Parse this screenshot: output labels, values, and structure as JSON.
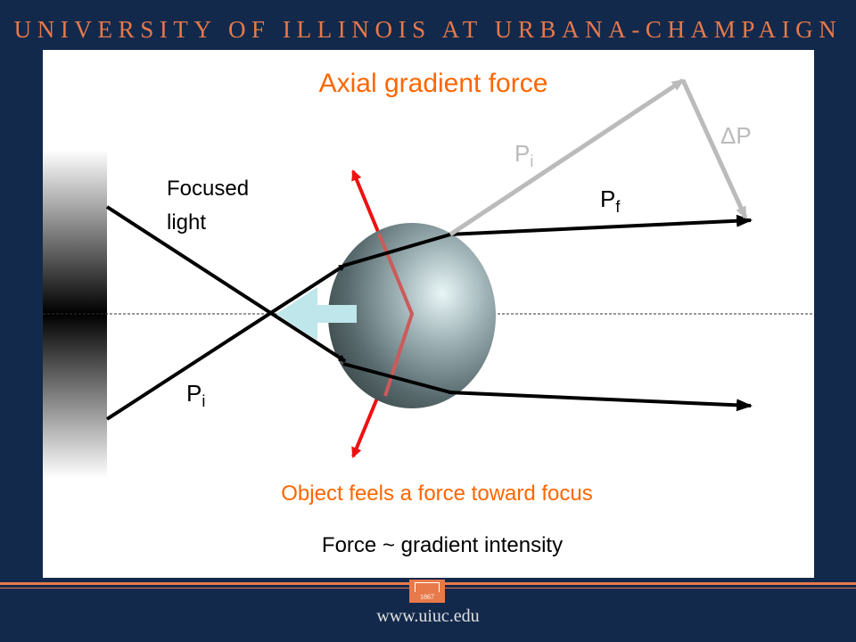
{
  "header": {
    "university": "UNIVERSITY OF ILLINOIS AT URBANA-CHAMPAIGN"
  },
  "slide": {
    "title": "Axial gradient force",
    "label_focused": [
      "Focused",
      "light"
    ],
    "label_pi_top": {
      "main": "P",
      "sub": "i"
    },
    "label_pf": {
      "main": "P",
      "sub": "f"
    },
    "label_delta_p": "ΔP",
    "label_pi_bottom": {
      "main": "P",
      "sub": "i"
    },
    "caption_force": "Object feels a force toward focus",
    "caption_gradient": "Force ~ gradient intensity"
  },
  "footer": {
    "url": "www.uiuc.edu",
    "seal_year": "1867"
  },
  "colors": {
    "background": "#13294b",
    "accent_orange": "#e8794a",
    "title_orange": "#ff6600",
    "force_red": "#ee1111",
    "momentum_gray": "#bbbbbb",
    "arrow_cyan": "#bfe6ea"
  }
}
